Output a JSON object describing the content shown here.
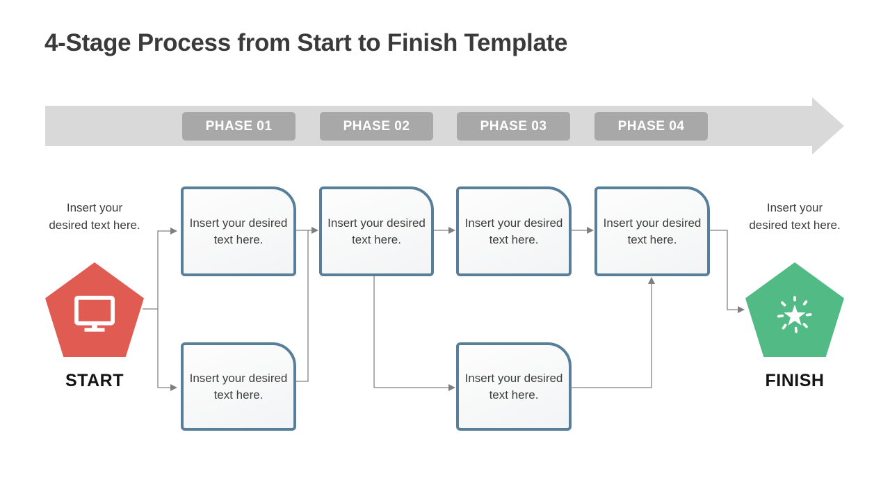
{
  "title": "4-Stage Process from Start to Finish Template",
  "timeline": {
    "phases": [
      {
        "label": "PHASE 01"
      },
      {
        "label": "PHASE 02"
      },
      {
        "label": "PHASE 03"
      },
      {
        "label": "PHASE 04"
      }
    ]
  },
  "start": {
    "label": "START",
    "note": "Insert your desired text here.",
    "icon": "monitor-icon",
    "color": "#e05b51"
  },
  "finish": {
    "label": "FINISH",
    "note": "Insert your desired text here.",
    "icon": "starburst-icon",
    "color": "#52ba84"
  },
  "boxes": [
    {
      "text": "Insert your desired text here."
    },
    {
      "text": "Insert your desired text here."
    },
    {
      "text": "Insert your desired text here."
    },
    {
      "text": "Insert your desired text here."
    },
    {
      "text": "Insert your desired text here."
    },
    {
      "text": "Insert your desired text here."
    }
  ],
  "colors": {
    "banner": "#d9d9d9",
    "phase_chip": "#a8a8a8",
    "box_border": "#587f9a",
    "connector": "#828282",
    "title_text": "#3a3a3a"
  }
}
